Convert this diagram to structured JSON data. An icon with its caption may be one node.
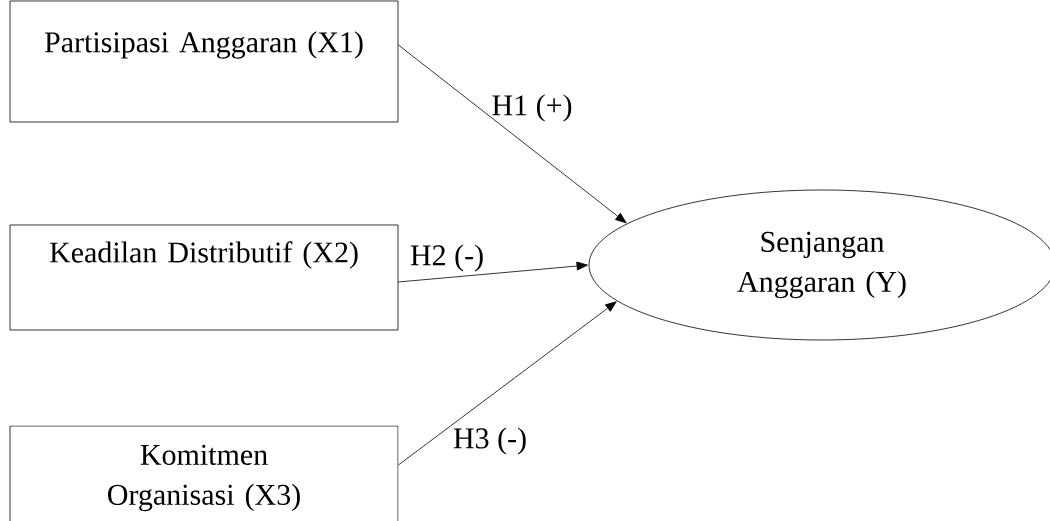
{
  "diagram": {
    "nodes": [
      {
        "text": [
          "Partisipasi Anggaran (X1)"
        ]
      },
      {
        "text": [
          "Keadilan Distributif (X2)"
        ]
      },
      {
        "text": [
          "Komitmen Organisasi (X3)"
        ]
      },
      {
        "text": [
          "Senjangan Anggaran (Y)"
        ]
      }
    ],
    "edges": [
      {
        "from": 0,
        "to": 3,
        "arrow": "to",
        "label": "H1 (+)"
      },
      {
        "from": 1,
        "to": 3,
        "arrow": "to",
        "label": "H2 (-)"
      },
      {
        "from": 2,
        "to": 3,
        "arrow": "to",
        "label": "H3 (-)"
      }
    ]
  }
}
